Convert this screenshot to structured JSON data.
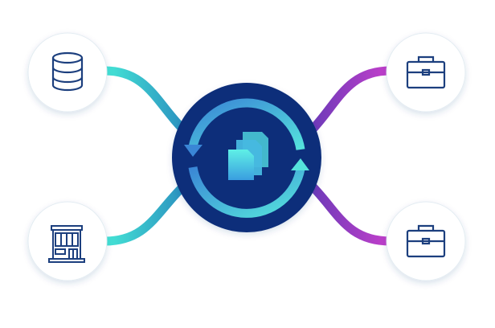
{
  "diagram": {
    "description_label": "",
    "hub": {
      "icon": "documents-sync-icon"
    },
    "nodes": [
      {
        "id": "database",
        "icon": "database-icon",
        "side": "left"
      },
      {
        "id": "store",
        "icon": "storefront-icon",
        "side": "left"
      },
      {
        "id": "briefcase-top",
        "icon": "briefcase-icon",
        "side": "right"
      },
      {
        "id": "briefcase-bottom",
        "icon": "briefcase-icon",
        "side": "right"
      }
    ]
  },
  "colors": {
    "hub_fill": "#0b2f7a",
    "icon_stroke": "#1c3f7e",
    "teal": "#3fdcd2",
    "teal_dark": "#2b8fbf",
    "purple": "#b23fc9",
    "purple_dark": "#7b3fc0",
    "arrow_light": "#4fd6df",
    "arrow_dark": "#3a8fd8"
  }
}
